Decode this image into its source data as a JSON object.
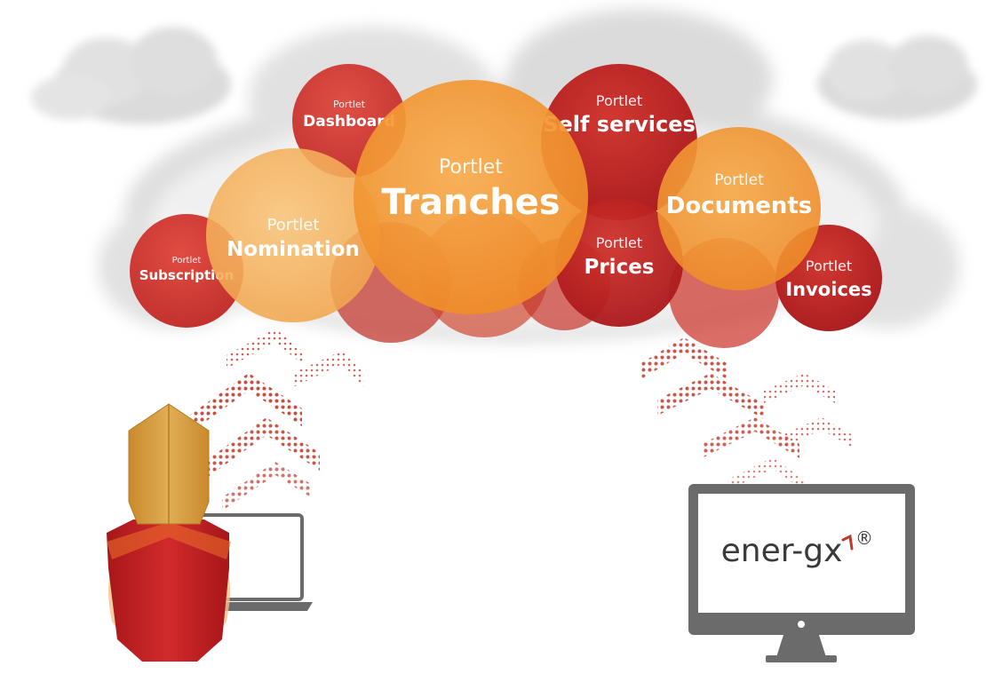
{
  "diagram": {
    "portlets": [
      {
        "id": "dashboard",
        "prefix": "Portlet",
        "label": "Dashboard",
        "color": "#c9372c",
        "size": "small"
      },
      {
        "id": "self-services",
        "prefix": "Portlet",
        "label": "Self services",
        "color": "#b81d1d",
        "size": "medium"
      },
      {
        "id": "tranches",
        "prefix": "Portlet",
        "label": "Tranches",
        "color": "#f39632",
        "size": "large"
      },
      {
        "id": "nomination",
        "prefix": "Portlet",
        "label": "Nomination",
        "color": "#f7b35e",
        "size": "medium"
      },
      {
        "id": "documents",
        "prefix": "Portlet",
        "label": "Documents",
        "color": "#f29a36",
        "size": "medium"
      },
      {
        "id": "prices",
        "prefix": "Portlet",
        "label": "Prices",
        "color": "#bd2525",
        "size": "medium"
      },
      {
        "id": "subscription",
        "prefix": "Portlet",
        "label": "Subscription",
        "color": "#d23a32",
        "size": "small"
      },
      {
        "id": "invoices",
        "prefix": "Portlet",
        "label": "Invoices",
        "color": "#b71e22",
        "size": "medium"
      }
    ],
    "monitor": {
      "brand": "ener-gx",
      "registered": "®"
    },
    "colors": {
      "accent_red": "#c0392b",
      "accent_orange": "#f39632",
      "monitor_frame": "#6b6b6b",
      "user_hood": "#d9a440",
      "user_body": "#c0262b"
    }
  }
}
